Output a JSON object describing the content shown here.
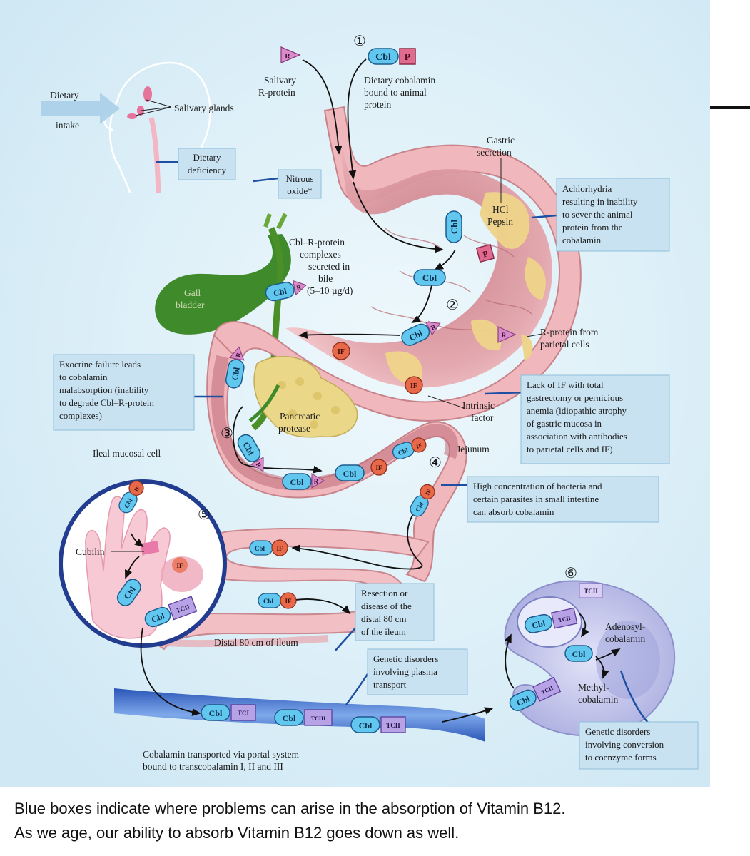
{
  "labels": {
    "dietary": "Dietary",
    "intake": "intake",
    "salivary_glands": "Salivary glands",
    "salivary_rprotein_1": "Salivary",
    "salivary_rprotein_2": "R-protein",
    "dietary_cbl_1": "Dietary cobalamin",
    "dietary_cbl_2": "bound to animal",
    "dietary_cbl_3": "protein",
    "gastric_1": "Gastric",
    "gastric_2": "secretion",
    "hcl": "HCl",
    "pepsin": "Pepsin",
    "cbl_r_1": "Cbl–R-protein",
    "cbl_r_2": "complexes",
    "cbl_r_3": "secreted in",
    "cbl_r_4": "bile",
    "cbl_r_5": "(5–10 µg/d)",
    "gall_1": "Gall",
    "gall_2": "bladder",
    "rprot_parietal_1": "R-protein from",
    "rprot_parietal_2": "parietal cells",
    "intrinsic_1": "Intrinsic",
    "intrinsic_2": "factor",
    "pancreatic_1": "Pancreatic",
    "pancreatic_2": "protease",
    "jejunum": "Jejunum",
    "ileal_mucosal": "Ileal mucosal cell",
    "cubilin": "Cubilin",
    "distal_ileum": "Distal 80 cm of ileum",
    "adenosyl_1": "Adenosyl-",
    "adenosyl_2": "cobalamin",
    "methyl_1": "Methyl-",
    "methyl_2": "cobalamin",
    "portal_1": "Cobalamin transported via portal system",
    "portal_2": "bound to transcobalamin I, II and III"
  },
  "steps": [
    "①",
    "②",
    "③",
    "④",
    "⑤",
    "⑥"
  ],
  "tokens": {
    "cbl": "Cbl",
    "p": "P",
    "r": "R",
    "if": "IF",
    "tci": "TCI",
    "tcii": "TCII",
    "tciii": "TCIII"
  },
  "boxes": {
    "dietary_deficiency": [
      "Dietary",
      "deficiency"
    ],
    "nitrous_oxide": [
      "Nitrous",
      "oxide*"
    ],
    "achlorhydria": [
      "Achlorhydria",
      "resulting in inability",
      "to sever the animal",
      "protein from the",
      "cobalamin"
    ],
    "exocrine": [
      "Exocrine failure leads",
      "to cobalamin",
      "malabsorption (inability",
      "to degrade Cbl–R-protein",
      "complexes)"
    ],
    "lack_if": [
      "Lack of IF with total",
      "gastrectomy or pernicious",
      "anemia (idiopathic atrophy",
      "of gastric mucosa in",
      "association with antibodies",
      "to parietal cells and IF)"
    ],
    "bacteria": [
      "High concentration of bacteria and",
      "certain parasites in small intestine",
      "can absorb cobalamin"
    ],
    "resection": [
      "Resection or",
      "disease of the",
      "distal 80 cm",
      "of the ileum"
    ],
    "genetic_plasma": [
      "Genetic disorders",
      "involving plasma",
      "transport"
    ],
    "genetic_conversion": [
      "Genetic disorders",
      "involving conversion",
      "to coenzyme forms"
    ]
  },
  "caption": {
    "line1": "Blue boxes indicate where problems can arise in the absorption of Vitamin B12.",
    "line2": "As we age, our ability to absorb Vitamin B12 goes down as well."
  },
  "colors": {
    "background": "#dbeff8",
    "problem_box": "#c9e2f2",
    "problem_box_border": "#8fbfd9",
    "cbl_fill": "#62c7ee",
    "if_fill": "#e8694a",
    "r_fill": "#d88ac9",
    "tc_fill": "#b7a2e6",
    "p_fill": "#e06b8e",
    "stomach": "#e7a8ae",
    "blood_vessel": "#3c6fc9",
    "gallbladder": "#3f8a2a",
    "pancreas": "#e5d27a",
    "cell_circle": "#223d8f"
  }
}
